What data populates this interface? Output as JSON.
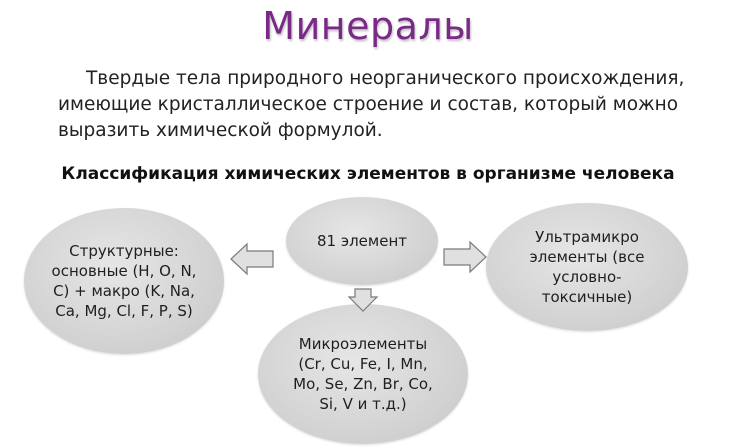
{
  "title": "Минералы",
  "definition": "Твердые тела природного неорганического происхождения, имеющие кристаллическое строение и состав, который можно выразить химической формулой.",
  "subtitle": "Классификация химических элементов в организме человека",
  "nodes": {
    "center": "81 элемент",
    "left": "Структурные: основные (H, O, N, C) + макро (K, Na, Ca, Mg, Cl, F, P, S)",
    "right": "Ультрамикро элементы (все условно-токсичные)",
    "bottom": "Микроэлементы (Cr, Cu, Fe, I, Mn, Mo, Se, Zn, Br, Co, Si, V и т.д.)"
  },
  "colors": {
    "title": "#7a2a86",
    "node_fill": "#d2d2d2",
    "arrow_fill": "#e0e0e0",
    "arrow_stroke": "#7a7a7a"
  }
}
